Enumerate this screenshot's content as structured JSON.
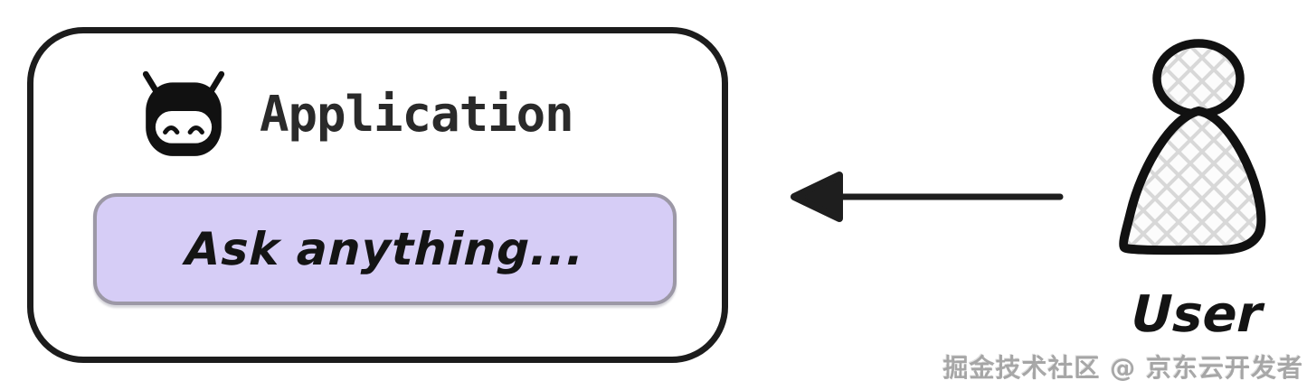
{
  "diagram": {
    "application": {
      "title": "Application",
      "input_placeholder": "Ask anything..."
    },
    "user": {
      "label": "User"
    },
    "arrow": {
      "direction": "left"
    },
    "watermark": "掘金技术社区 @ 京东云开发者"
  },
  "icons": {
    "robot": "robot-face-icon",
    "person": "person-crosshatch-icon",
    "arrow": "arrow-left-icon"
  },
  "colors": {
    "outline": "#1c1c1c",
    "input_bg": "#d6cdf6",
    "input_border": "#9c98a6",
    "crosshatch": "#d8d8d8",
    "text": "#2a2a2a",
    "watermark_gray": "#9a9a9a"
  }
}
